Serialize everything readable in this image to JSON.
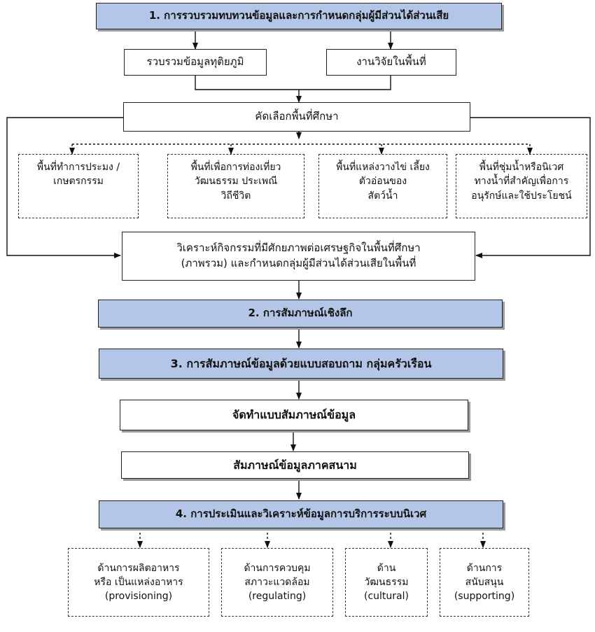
{
  "step1": "1. การรวบรวมทบทวนข้อมูลและการกำหนดกลุ่มผู้มีส่วนได้ส่วนเสีย",
  "secondary": "รวบรวมข้อมูลทุติยภูมิ",
  "fieldwork": "งานวิจัยในพื้นที่",
  "select_area": "คัดเลือกพื้นที่ศึกษา",
  "areas": [
    {
      "lines": [
        "พื้นที่ทำการประมง /",
        "เกษตรกรรม"
      ]
    },
    {
      "lines": [
        "พื้นที่เพื่อการท่องเที่ยว",
        "วัฒนธรรม ประเพณี",
        "วิถีชีวิต"
      ]
    },
    {
      "lines": [
        "พื้นที่แหล่งวางไข่ เลี้ยง",
        "ตัวอ่อนของ",
        "สัตว์น้ำ"
      ]
    },
    {
      "lines": [
        "พื้นที่ชุ่มน้ำหรือนิเวศ",
        "ทางน้ำที่สำคัญเพื่อการ",
        "อนุรักษ์และใช้ประโยชน์"
      ]
    }
  ],
  "analysis": {
    "lines": [
      "วิเคราะห์กิจกรรมที่มีศักยภาพต่อเศรษฐกิจในพื้นที่ศึกษา",
      "(ภาพรวม) และกำหนดกลุ่มผู้มีส่วนได้ส่วนเสียในพื้นที่"
    ]
  },
  "step2": "2. การสัมภาษณ์เชิงลึก",
  "step3": "3. การสัมภาษณ์ข้อมูลด้วยแบบสอบถาม กลุ่มครัวเรือน",
  "prepare": "จัดทำแบบสัมภาษณ์ข้อมูล",
  "field_interview": "สัมภาษณ์ข้อมูลภาคสนาม",
  "step4": "4. การประเมินและวิเคราะห์ข้อมูลการบริการระบบนิเวศ",
  "services": [
    {
      "lines": [
        "ด้านการผลิตอาหาร",
        "หรือ เป็นแหล่งอาหาร",
        "(provisioning)"
      ]
    },
    {
      "lines": [
        "ด้านการควบคุม",
        "สภาวะแวดล้อม",
        "(regulating)"
      ]
    },
    {
      "lines": [
        "ด้าน",
        "วัฒนธรรม",
        "(cultural)"
      ]
    },
    {
      "lines": [
        "ด้านการ",
        "สนับสนุน",
        "(supporting)"
      ]
    }
  ]
}
